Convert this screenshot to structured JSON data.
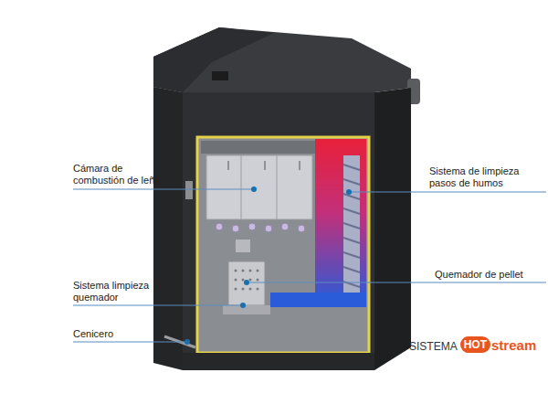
{
  "diagram": {
    "labels": [
      "Cámara de combustión de leña",
      "Sistema limpieza quemador",
      "Cenicero",
      "Sistema de limpieza pasos de humos",
      "Quemador de pellet",
      "SISTEMA",
      "HOT",
      "stream"
    ]
  }
}
